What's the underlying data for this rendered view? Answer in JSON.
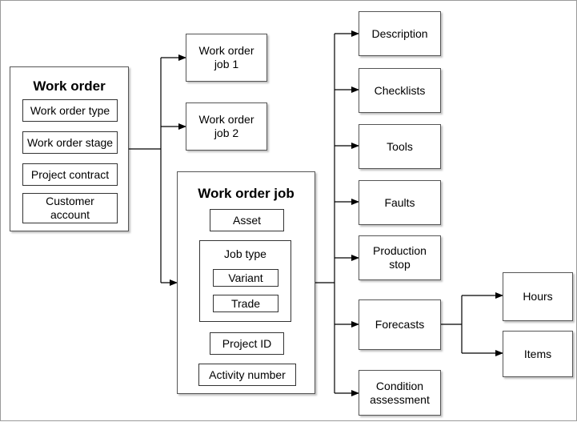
{
  "work_order": {
    "title": "Work order",
    "fields": [
      "Work order type",
      "Work order stage",
      "Project contract",
      "Customer account"
    ]
  },
  "jobs": {
    "job1": "Work order job 1",
    "job2": "Work order job 2"
  },
  "work_order_job": {
    "title": "Work order job",
    "asset": "Asset",
    "job_type": {
      "title": "Job type",
      "items": [
        "Variant",
        "Trade"
      ]
    },
    "project_id": "Project ID",
    "activity_number": "Activity number"
  },
  "job_details": [
    "Description",
    "Checklists",
    "Tools",
    "Faults",
    "Production stop",
    "Forecasts",
    "Condition assessment"
  ],
  "forecasts_children": [
    "Hours",
    "Items"
  ],
  "colors": {
    "line": "#000000",
    "box_border": "#555555",
    "frame": "#9a9a9a"
  }
}
